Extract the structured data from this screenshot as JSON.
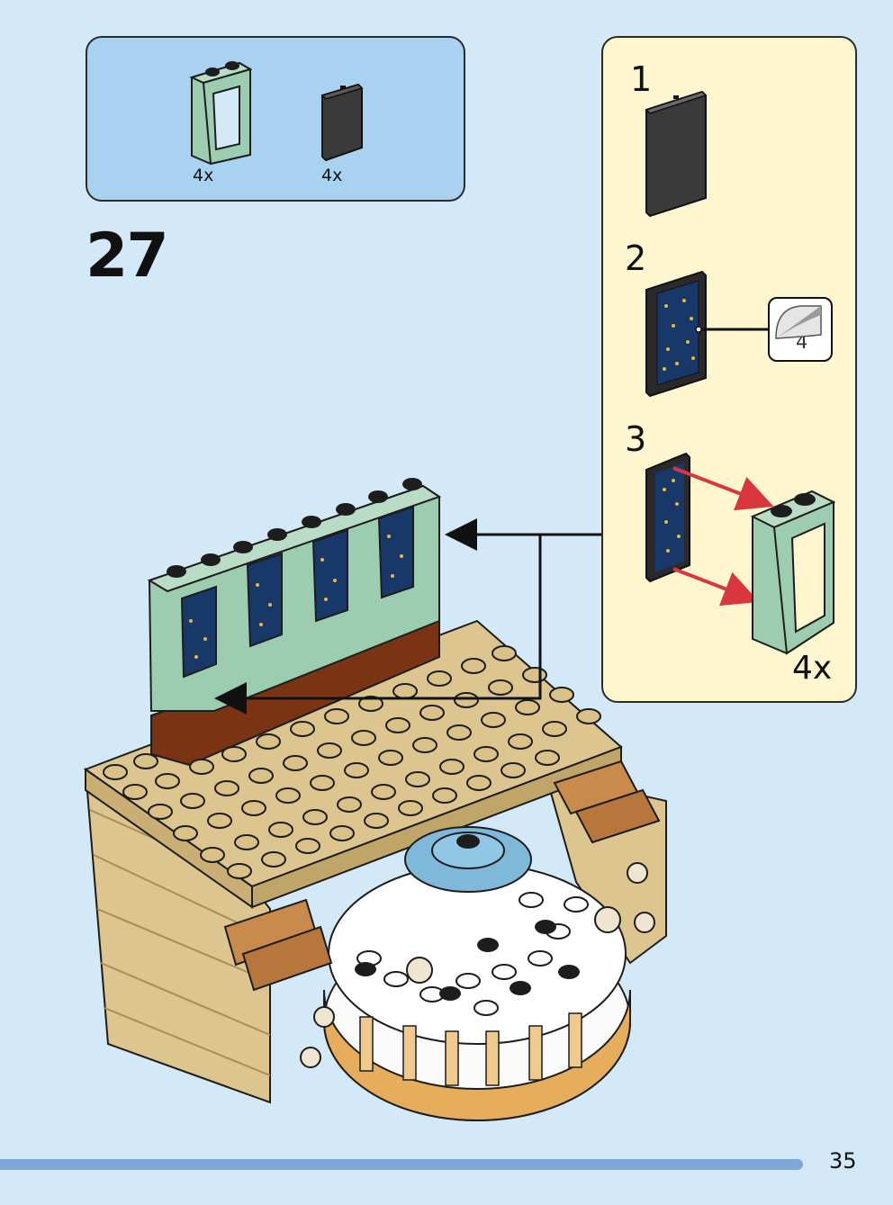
{
  "parts_list": {
    "items": [
      {
        "name": "sand-green-window-frame",
        "quantity": "4x"
      },
      {
        "name": "black-glass-pane",
        "quantity": "4x"
      }
    ]
  },
  "step": {
    "number": "27"
  },
  "sub_assembly": {
    "steps": [
      {
        "number": "1"
      },
      {
        "number": "2",
        "sticker_number": "4"
      },
      {
        "number": "3"
      }
    ],
    "quantity": "4x"
  },
  "page": {
    "number": "35"
  },
  "colors": {
    "background": "#d3e9f7",
    "parts_box": "#a9d2f0",
    "sub_box": "#fdf6cf",
    "sand_green": "#9ccdb1",
    "tan": "#dcc58f",
    "dark_brown": "#7a3414",
    "night_blue": "#183869",
    "arrow_red": "#d9363e",
    "progress": "#7ea6d6"
  }
}
